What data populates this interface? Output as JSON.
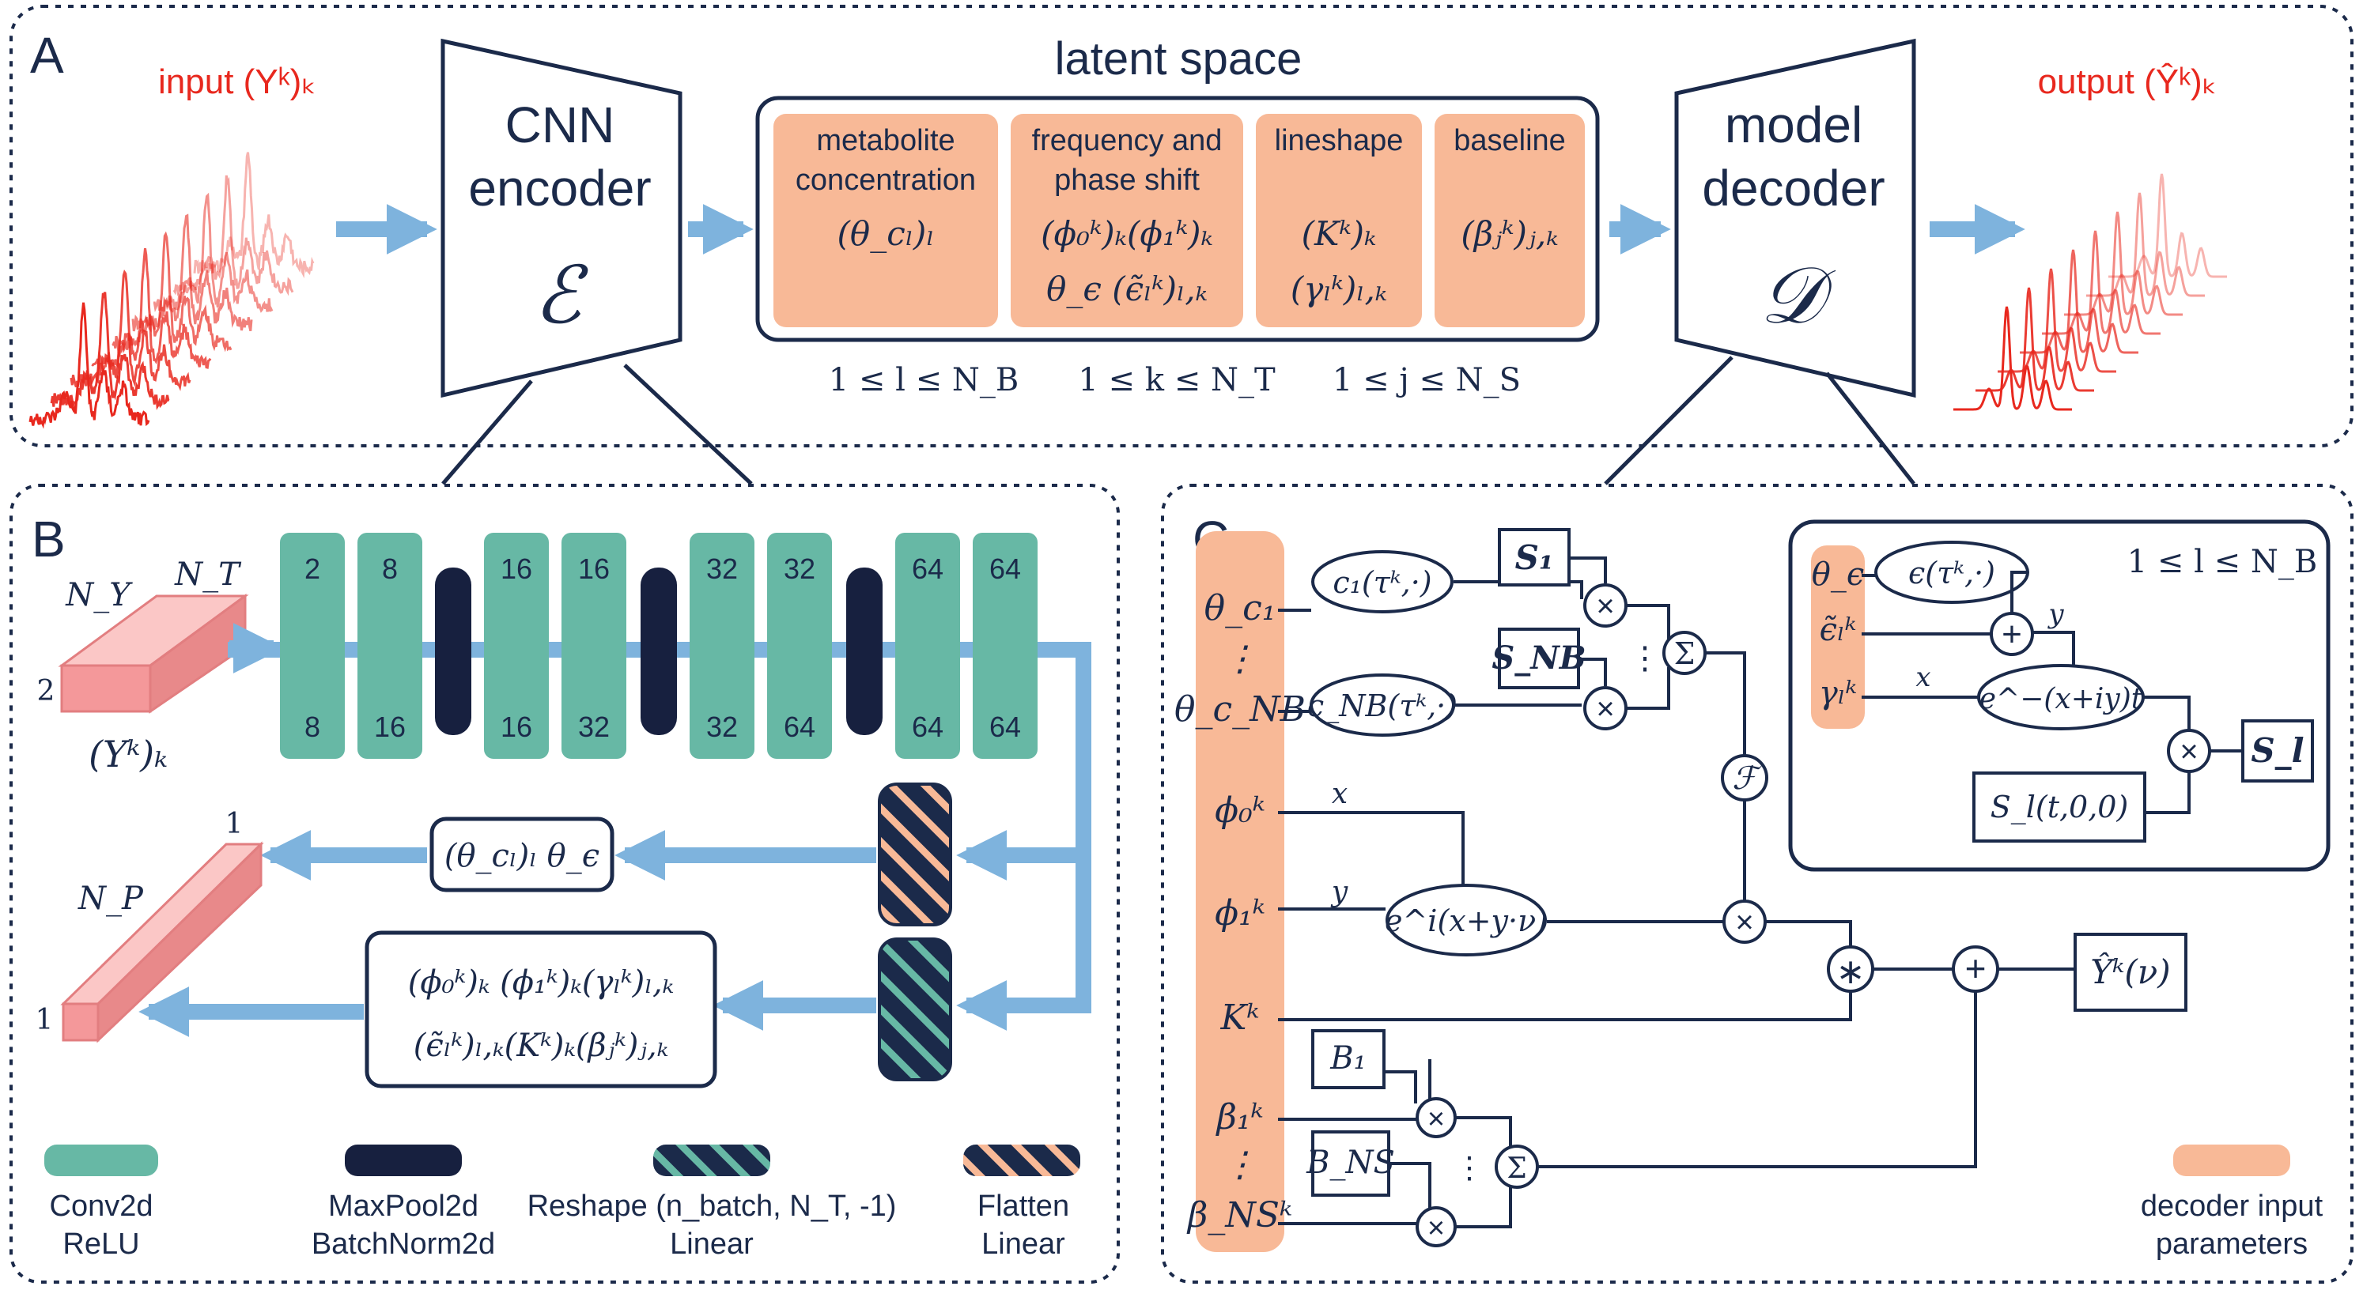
{
  "colors": {
    "navy": "#1b2a4a",
    "red": "#e8281e",
    "salmon": "#f8b997",
    "teal": "#67b8a5",
    "dark": "#17203f",
    "pink": "#f4989a",
    "pink_dark": "#e27e80",
    "arrow": "#7eb3dd"
  },
  "panel_a": {
    "letter": "A",
    "input_label": "input (Yᵏ)ₖ",
    "output_label": "output (Ŷᵏ)ₖ",
    "encoder": {
      "line1": "CNN",
      "line2": "encoder",
      "symbol": "ℰ"
    },
    "decoder": {
      "line1": "model",
      "line2": "decoder",
      "symbol": "𝒟"
    },
    "latent_title": "latent space",
    "boxes": [
      {
        "label1": "metabolite",
        "label2": "concentration",
        "eq1": "(θ_cₗ)ₗ",
        "eq2": ""
      },
      {
        "label1": "frequency and",
        "label2": "phase shift",
        "eq1": "(ϕ₀ᵏ)ₖ(ϕ₁ᵏ)ₖ",
        "eq2": "θ_ϵ    (ϵ̃ₗᵏ)ₗ,ₖ"
      },
      {
        "label1": "lineshape",
        "label2": "",
        "eq1": "(Kᵏ)ₖ",
        "eq2": "(γₗᵏ)ₗ,ₖ"
      },
      {
        "label1": "baseline",
        "label2": "",
        "eq1": "(βⱼᵏ)ⱼ,ₖ",
        "eq2": ""
      }
    ],
    "ranges": [
      "1 ≤ l ≤ N_B",
      "1 ≤ k ≤ N_T",
      "1 ≤ j ≤ N_S"
    ]
  },
  "panel_b": {
    "letter": "B",
    "input_dims": {
      "top": "N_T",
      "left": "N_Y",
      "side": "2",
      "under": "(Yᵏ)ₖ"
    },
    "conv_layers": [
      {
        "top": "2",
        "bottom": "8"
      },
      {
        "top": "8",
        "bottom": "16"
      },
      {
        "top": "16",
        "bottom": "16"
      },
      {
        "top": "16",
        "bottom": "32"
      },
      {
        "top": "32",
        "bottom": "32"
      },
      {
        "top": "32",
        "bottom": "64"
      },
      {
        "top": "64",
        "bottom": "64"
      },
      {
        "top": "64",
        "bottom": "64"
      }
    ],
    "out_box1": "(θ_cₗ)ₗ  θ_ϵ",
    "out_box2_line1": "(ϕ₀ᵏ)ₖ (ϕ₁ᵏ)ₖ(γₗᵏ)ₗ,ₖ",
    "out_box2_line2": "(ϵ̃ₗᵏ)ₗ,ₖ(Kᵏ)ₖ(βⱼᵏ)ⱼ,ₖ",
    "output_dims": {
      "top": "1",
      "left": "N_P",
      "side": "1"
    },
    "legend": [
      {
        "line1": "Conv2d",
        "line2": "ReLU",
        "kind": "conv"
      },
      {
        "line1": "MaxPool2d",
        "line2": "BatchNorm2d",
        "kind": "pool"
      },
      {
        "line1": "Reshape (n_batch, N_T, -1)",
        "line2": "Linear",
        "kind": "reshape"
      },
      {
        "line1": "Flatten",
        "line2": "Linear",
        "kind": "flatten"
      }
    ]
  },
  "panel_c": {
    "letter": "C",
    "params": [
      "θ_c₁",
      "⋮",
      "θ_c_NB",
      "ϕ₀ᵏ",
      "ϕ₁ᵏ",
      "Kᵏ",
      "β₁ᵏ",
      "⋮",
      "β_NSᵏ"
    ],
    "c1": "c₁(τᵏ,·)",
    "cNB": "c_NB(τᵏ,·)",
    "S1": "S₁",
    "SNB": "S_NB",
    "sum": "Σ",
    "fourier": "ℱ",
    "exp_phase": "e^i(x+y·ν)",
    "x": "x",
    "y": "y",
    "conv_op": "∗",
    "plus": "+",
    "times": "×",
    "dots": "⋮",
    "output": "Ŷᵏ(ν)",
    "B1": "B₁",
    "BNS": "B_NS",
    "inset": {
      "range": "1 ≤ l ≤ N_B",
      "params": [
        "θ_ϵ",
        "ϵ̃ₗᵏ",
        "γₗᵏ"
      ],
      "eps": "ϵ(τᵏ,·)",
      "exp": "e^−(x+iy)t",
      "S_l": "S_l",
      "S_l_t": "S_l(t,0,0)"
    },
    "legend": {
      "line1": "decoder input",
      "line2": "parameters"
    }
  }
}
